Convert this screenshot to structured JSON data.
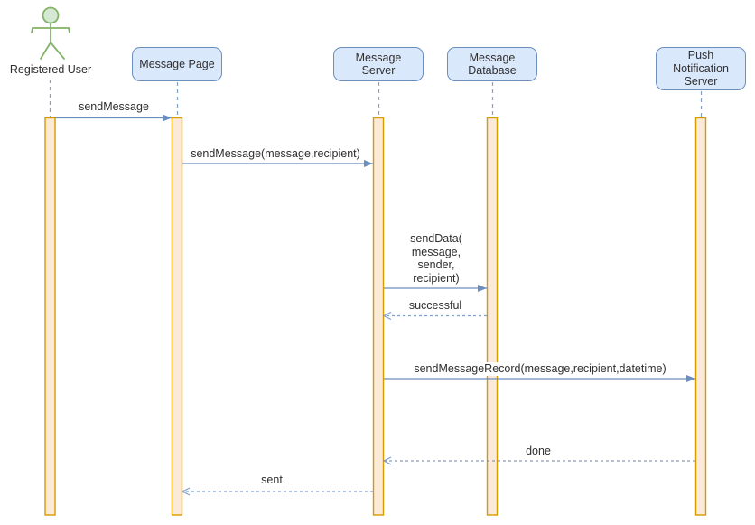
{
  "diagram": {
    "type": "uml-sequence-diagram",
    "participants": [
      {
        "id": "registered-user",
        "label": "Registered User",
        "kind": "actor"
      },
      {
        "id": "message-page",
        "label": "Message Page",
        "kind": "object"
      },
      {
        "id": "message-server",
        "label": "Message Server",
        "kind": "object"
      },
      {
        "id": "message-database",
        "label": "Message Database",
        "kind": "object"
      },
      {
        "id": "push-notification-server",
        "label": "Push Notification Server",
        "kind": "object"
      }
    ],
    "messages": [
      {
        "label": "sendMessage",
        "from": "Registered User",
        "to": "Message Page",
        "style": "solid"
      },
      {
        "label": "sendMessage(message,recipient)",
        "from": "Message Page",
        "to": "Message Server",
        "style": "solid"
      },
      {
        "label": "sendData(\nmessage,\nsender,\nrecipient)",
        "from": "Message Server",
        "to": "Message Database",
        "style": "solid"
      },
      {
        "label": "successful",
        "from": "Message Database",
        "to": "Message Server",
        "style": "dashed-return"
      },
      {
        "label": "sendMessageRecord(message,recipient,datetime)",
        "from": "Message Server",
        "to": "Push Notification Server",
        "style": "solid"
      },
      {
        "label": "done",
        "from": "Push Notification Server",
        "to": "Message Server",
        "style": "dashed-return"
      },
      {
        "label": "sent",
        "from": "Message Server",
        "to": "Message Page",
        "style": "dashed-return"
      }
    ],
    "colors": {
      "object_fill": "#dae8fc",
      "object_stroke": "#6c8ebf",
      "actor_fill": "#d5e8d4",
      "actor_stroke": "#82b366",
      "activation_fill": "#fcead9",
      "activation_stroke": "#d79b00",
      "line": "#6c8ebf",
      "text": "#2f2f2f",
      "background": "#ffffff"
    }
  }
}
